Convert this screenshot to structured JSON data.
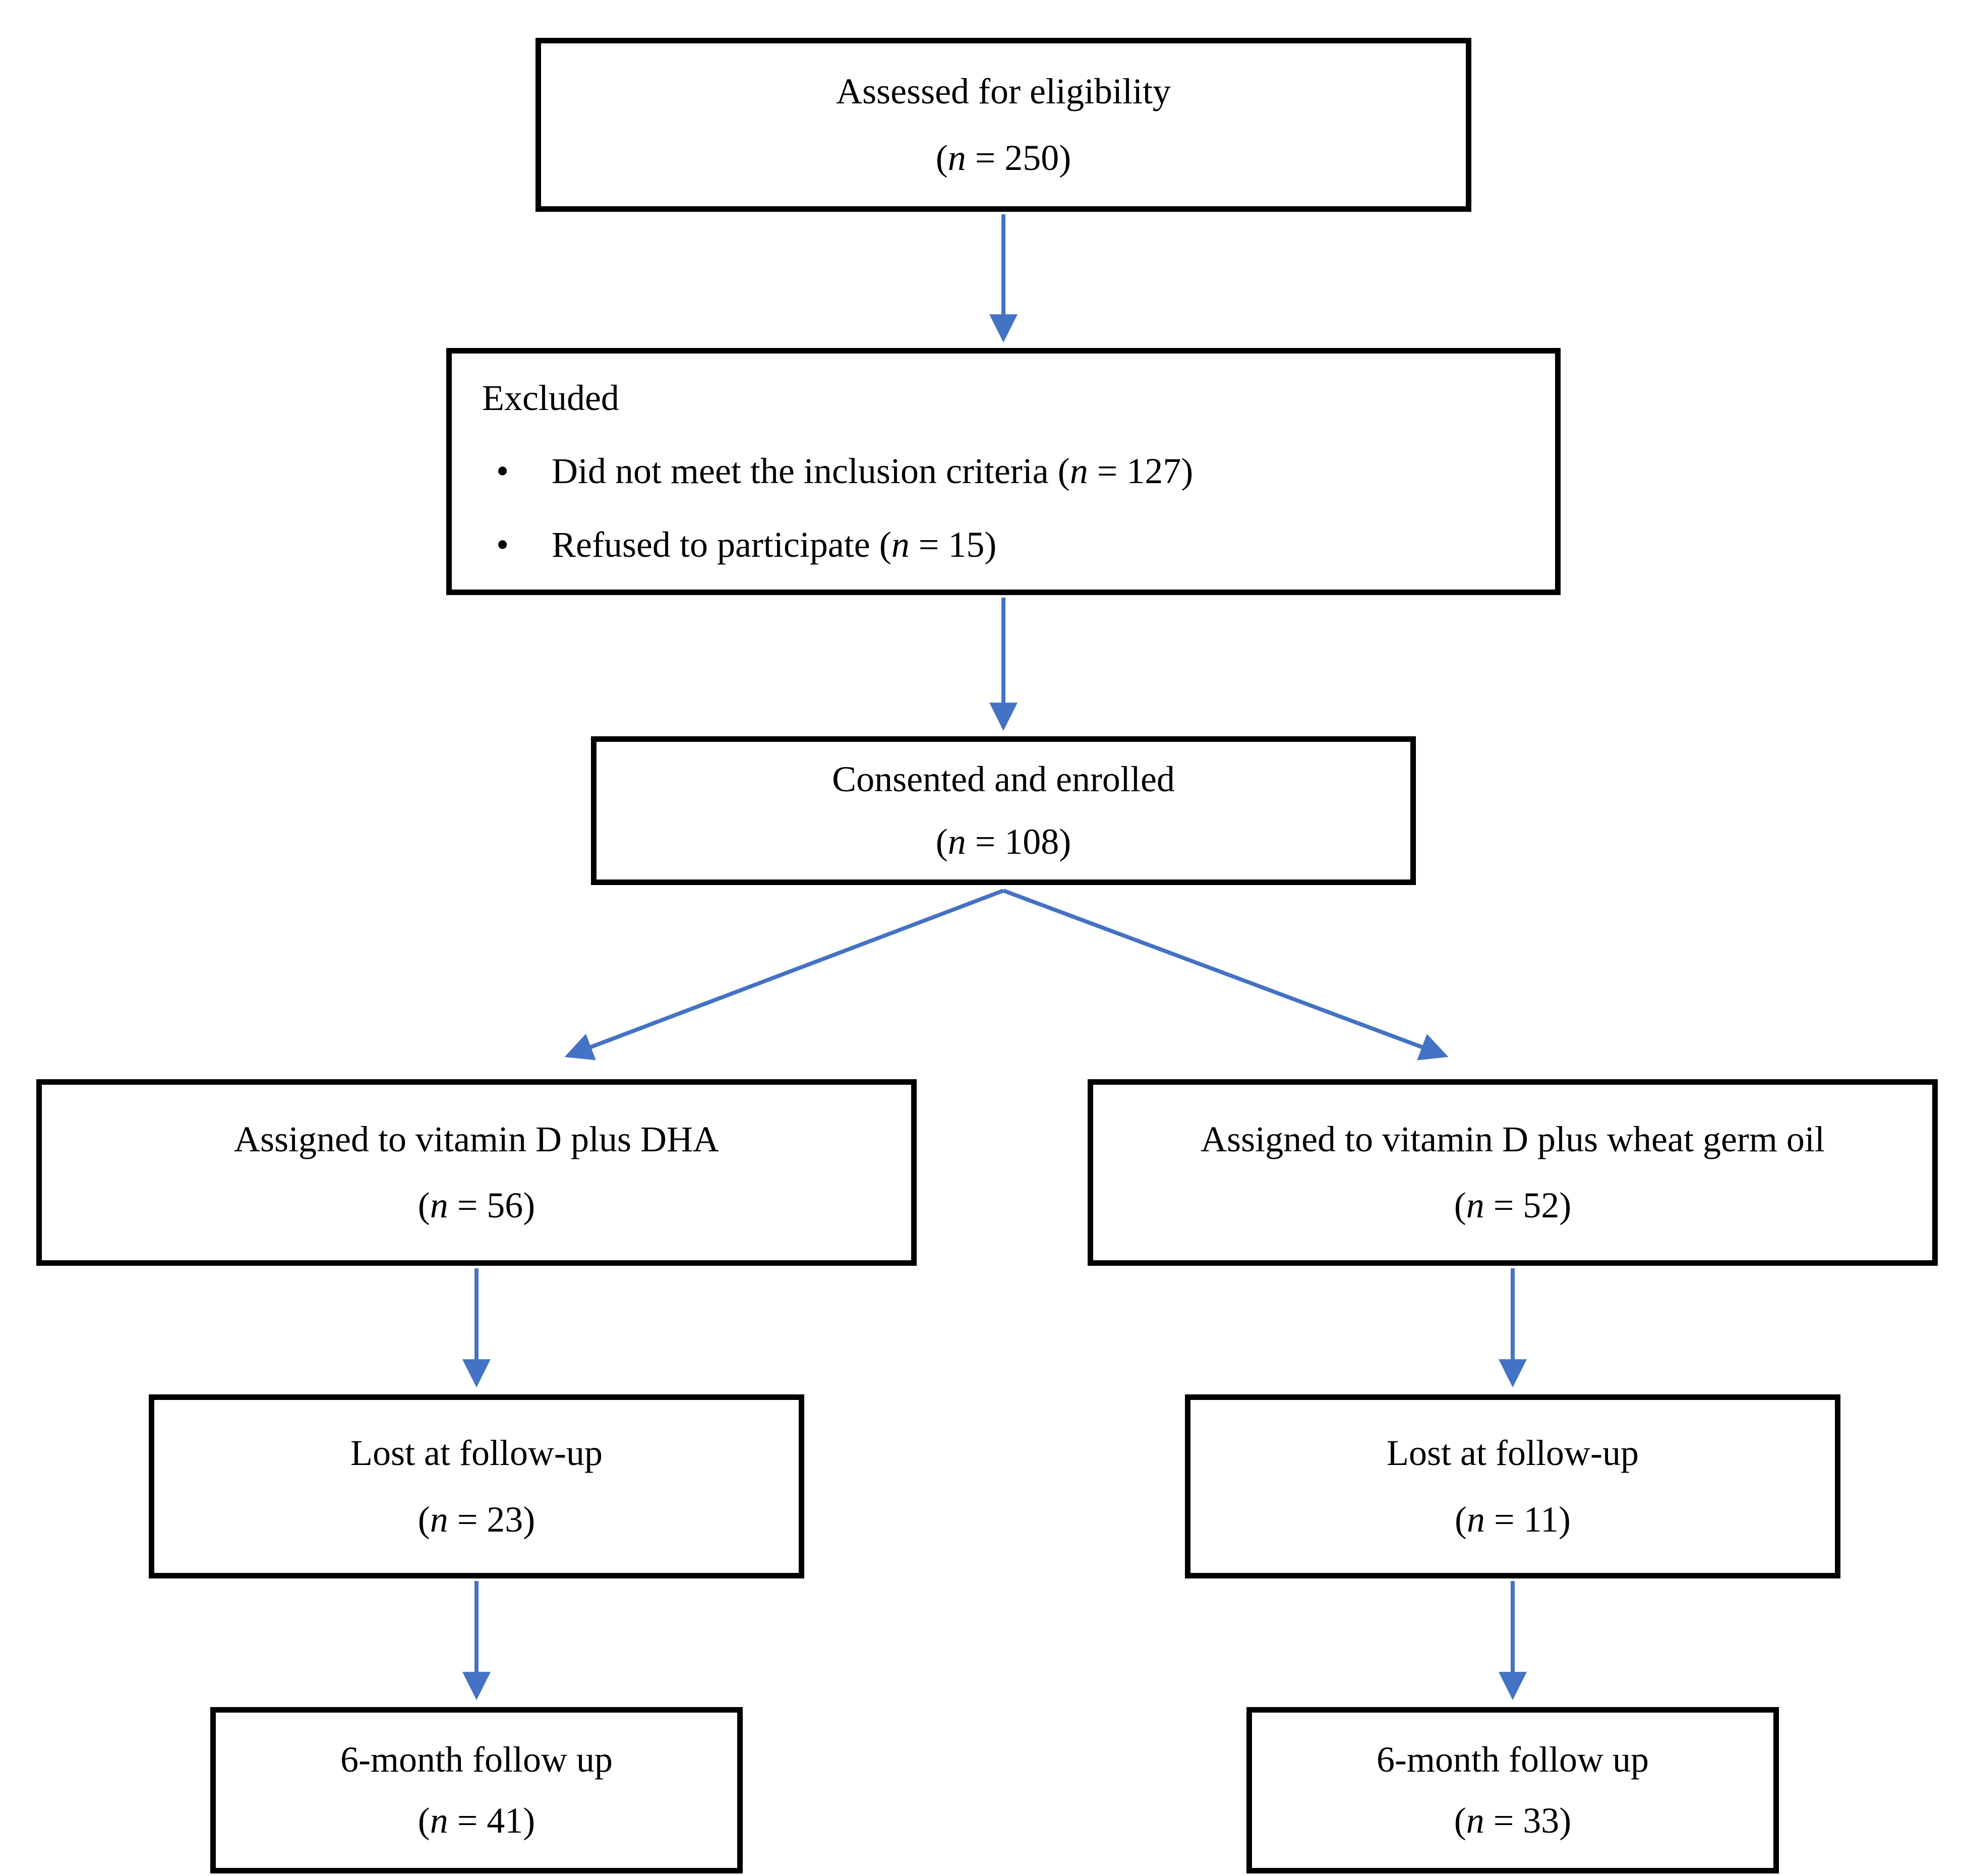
{
  "colors": {
    "arrow": "#4472C4",
    "box_border": "#000000",
    "text": "#000000",
    "background": "#FFFFFF"
  },
  "flowchart": {
    "boxes": {
      "assessed": {
        "label": "Assessed for eligibility",
        "n_line": "(n = 250)"
      },
      "excluded": {
        "label": "Excluded",
        "bullet": "•",
        "items": [
          "Did not meet the inclusion criteria (n = 127)",
          "Refused to participate (n = 15)"
        ]
      },
      "consented": {
        "label": "Consented and enrolled",
        "n_line": "(n = 108)"
      },
      "assigned_dha": {
        "label": "Assigned to vitamin D plus DHA",
        "n_line": "(n = 56)"
      },
      "assigned_wgo": {
        "label": "Assigned to vitamin D plus wheat germ oil",
        "n_line": "(n = 52)"
      },
      "lost_dha": {
        "label": "Lost at follow-up",
        "n_line": "(n = 23)"
      },
      "lost_wgo": {
        "label": "Lost at follow-up",
        "n_line": "(n = 11)"
      },
      "followup_dha": {
        "label": "6-month follow up",
        "n_line": "(n = 41)"
      },
      "followup_wgo": {
        "label": "6-month follow up",
        "n_line": "(n = 33)"
      }
    }
  }
}
